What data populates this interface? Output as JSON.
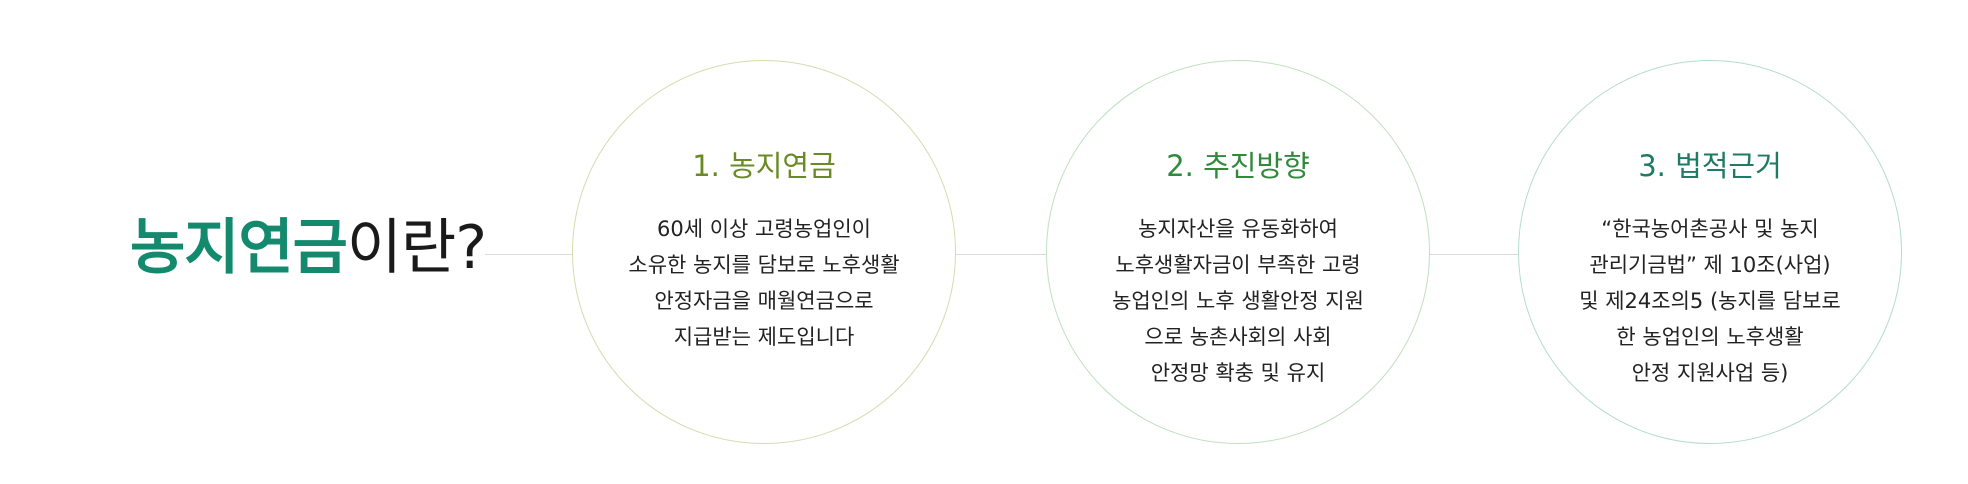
{
  "heading": {
    "accent": "농지연금",
    "rest": "이란?",
    "accent_color": "#138a6e"
  },
  "line_color": "#d9dcd6",
  "items": [
    {
      "title": "1. 농지연금",
      "color": "#6a8a25",
      "border": "#d3dcae",
      "lines": [
        "60세 이상 고령농업인이",
        "소유한 농지를 담보로 노후생활",
        "안정자금을 매월연금으로",
        "지급받는 제도입니다"
      ]
    },
    {
      "title": "2. 추진방향",
      "color": "#2f8a3c",
      "border": "#bfe0c0",
      "lines": [
        "농지자산을 유동화하여",
        "노후생활자금이 부족한 고령",
        "농업인의 노후 생활안정 지원",
        "으로 농촌사회의 사회",
        "안정망 확충 및 유지"
      ]
    },
    {
      "title": "3. 법적근거",
      "color": "#1f7a66",
      "border": "#b4dccd",
      "lines": [
        "“한국농어촌공사 및 농지",
        "관리기금법” 제 10조(사업)",
        "및 제24조의5 (농지를 담보로",
        "한 농업인의 노후생활",
        "안정 지원사업 등)"
      ]
    }
  ]
}
